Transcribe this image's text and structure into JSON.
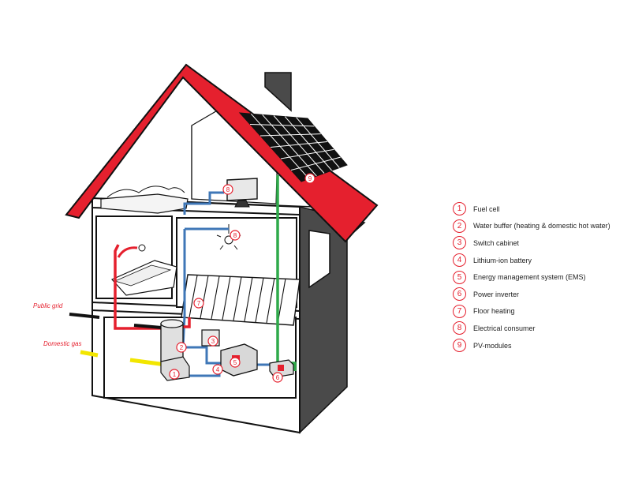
{
  "labels": {
    "public_grid": "Public grid",
    "domestic_gas": "Domestic gas"
  },
  "legend": [
    {
      "num": "1",
      "label": "Fuel cell"
    },
    {
      "num": "2",
      "label": "Water buffer (heating & domestic hot water)"
    },
    {
      "num": "3",
      "label": "Switch cabinet"
    },
    {
      "num": "4",
      "label": "Lithium-ion battery"
    },
    {
      "num": "5",
      "label": "Energy management system (EMS)"
    },
    {
      "num": "6",
      "label": "Power inverter"
    },
    {
      "num": "7",
      "label": "Floor heating"
    },
    {
      "num": "8",
      "label": "Electrical consumer"
    },
    {
      "num": "9",
      "label": "PV-modules"
    }
  ],
  "markers": [
    "1",
    "2",
    "3",
    "4",
    "5",
    "6",
    "7",
    "8",
    "8",
    "9"
  ],
  "colors": {
    "roof": "#e5202e",
    "wall_side": "#4a4a4a",
    "outline": "#111111",
    "heat_pipe": "#e5202e",
    "electric_line": "#3f77b7",
    "pv_line": "#2faa4a",
    "gas_line": "#f2e600",
    "grid_line": "#111111",
    "marker": "#e5202e"
  }
}
